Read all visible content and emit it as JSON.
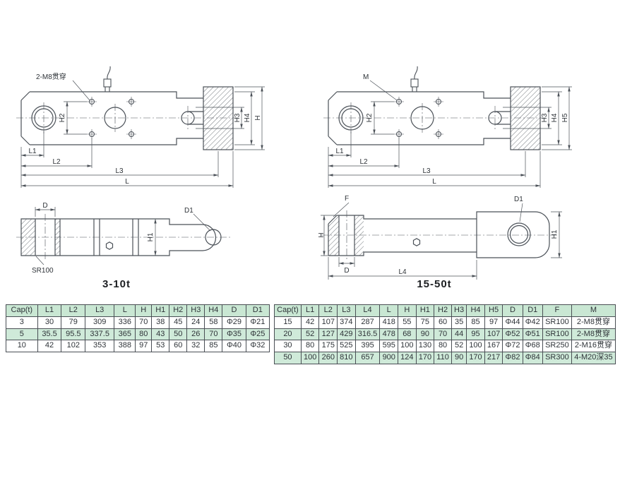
{
  "colors": {
    "line": "#4b5158",
    "dim_text": "#2e3338",
    "table_border": "#4a4f55",
    "table_header_bg": "#c9e7d3",
    "table_alt_row_bg": "#cfead9",
    "table_text": "#2e3338",
    "title_text": "#1d1f22"
  },
  "drawings": {
    "front_left": {
      "bolt_callout": "2-M8贯穿",
      "dim_h2": "H2",
      "dim_h3": "H3",
      "dim_h4": "H4",
      "dim_h": "H",
      "dim_l1": "L1",
      "dim_l2": "L2",
      "dim_l3": "L3",
      "dim_l": "L"
    },
    "front_right": {
      "bolt_callout": "M",
      "dim_h2": "H2",
      "dim_h3": "H3",
      "dim_h4": "H4",
      "dim_h5": "H5",
      "dim_l1": "L1",
      "dim_l2": "L2",
      "dim_l3": "L3",
      "dim_l": "L"
    },
    "side_left": {
      "dim_d": "D",
      "dim_d1": "D1",
      "dim_h1": "H1",
      "radius_callout": "SR100",
      "title": "3-10t"
    },
    "side_right": {
      "dim_f": "F",
      "dim_d": "D",
      "dim_d1": "D1",
      "dim_h": "H",
      "dim_h1": "H1",
      "dim_l4": "L4",
      "title": "15-50t"
    }
  },
  "tables": {
    "left": {
      "headers": [
        "Cap(t)",
        "L1",
        "L2",
        "L3",
        "L",
        "H",
        "H1",
        "H2",
        "H3",
        "H4",
        "D",
        "D1"
      ],
      "rows": [
        [
          "3",
          "30",
          "79",
          "309",
          "336",
          "70",
          "38",
          "45",
          "24",
          "58",
          "Φ29",
          "Φ21"
        ],
        [
          "5",
          "35.5",
          "95.5",
          "337.5",
          "365",
          "80",
          "43",
          "50",
          "26",
          "70",
          "Φ35",
          "Φ25"
        ],
        [
          "10",
          "42",
          "102",
          "353",
          "388",
          "97",
          "53",
          "60",
          "32",
          "85",
          "Φ40",
          "Φ32"
        ]
      ]
    },
    "right": {
      "headers": [
        "Cap(t)",
        "L1",
        "L2",
        "L3",
        "L4",
        "L",
        "H",
        "H1",
        "H2",
        "H3",
        "H4",
        "H5",
        "D",
        "D1",
        "F",
        "M"
      ],
      "rows": [
        [
          "15",
          "42",
          "107",
          "374",
          "287",
          "418",
          "55",
          "75",
          "60",
          "35",
          "85",
          "97",
          "Φ44",
          "Φ42",
          "SR100",
          "2-M8贯穿"
        ],
        [
          "20",
          "52",
          "127",
          "429",
          "316.5",
          "478",
          "68",
          "90",
          "70",
          "44",
          "95",
          "107",
          "Φ52",
          "Φ51",
          "SR100",
          "2-M8贯穿"
        ],
        [
          "30",
          "80",
          "175",
          "525",
          "395",
          "595",
          "100",
          "130",
          "80",
          "52",
          "100",
          "167",
          "Φ72",
          "Φ68",
          "SR250",
          "2-M16贯穿"
        ],
        [
          "50",
          "100",
          "260",
          "810",
          "657",
          "900",
          "124",
          "170",
          "110",
          "90",
          "170",
          "217",
          "Φ82",
          "Φ84",
          "SR300",
          "4-M20深35"
        ]
      ]
    }
  }
}
